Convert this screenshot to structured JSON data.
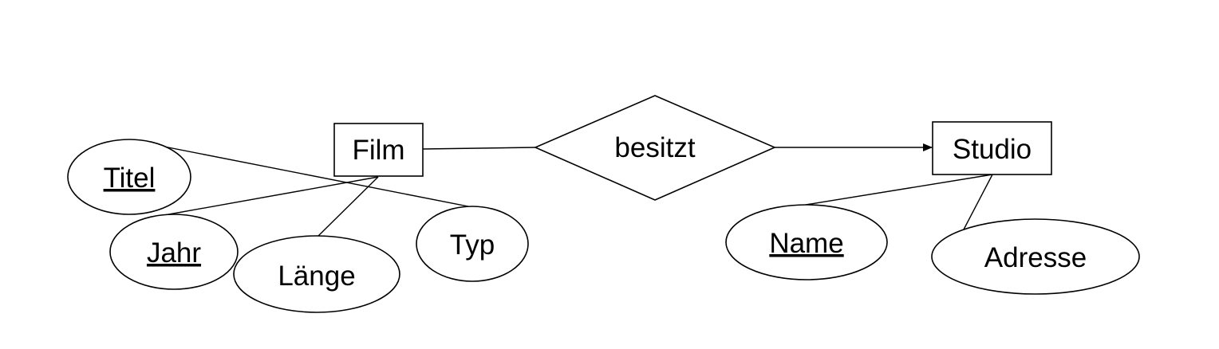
{
  "entities": {
    "film": "Film",
    "studio": "Studio"
  },
  "relationship": {
    "besitzt": "besitzt"
  },
  "attributes": {
    "titel": "Titel",
    "jahr": "Jahr",
    "laenge": "Länge",
    "typ": "Typ",
    "name": "Name",
    "adresse": "Adresse"
  },
  "key_attributes": [
    "titel",
    "jahr",
    "name"
  ],
  "colors": {
    "stroke": "#000000",
    "fill": "#ffffff",
    "text": "#000000"
  }
}
